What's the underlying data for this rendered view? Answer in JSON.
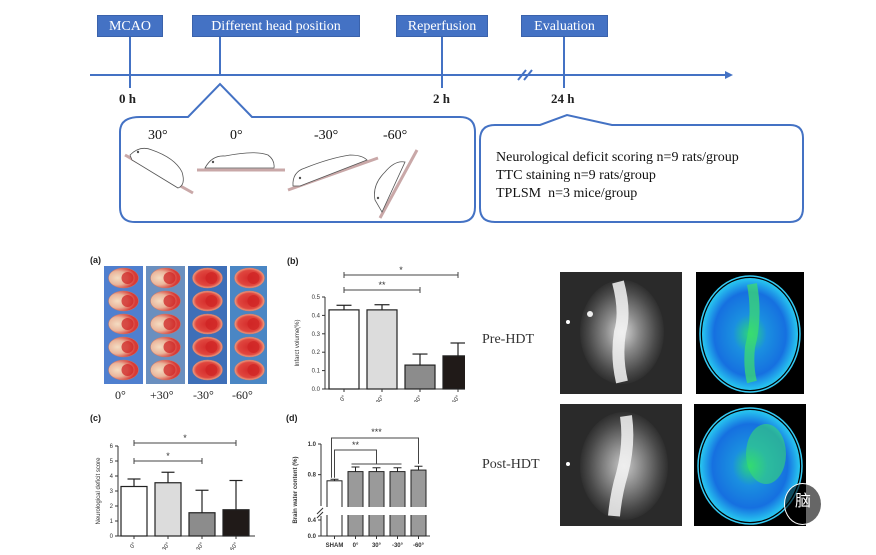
{
  "timeline": {
    "events": [
      {
        "label": "MCAO",
        "time": "0 h"
      },
      {
        "label": "Different head position",
        "time": ""
      },
      {
        "label": "Reperfusion",
        "time": "2 h"
      },
      {
        "label": "Evaluation",
        "time": "24 h"
      }
    ],
    "color": "#4472c4"
  },
  "head_positions": {
    "angles": [
      "30°",
      "0°",
      "-30°",
      "-60°"
    ]
  },
  "evaluation": {
    "lines": [
      "Neurological deficit scoring n=9 rats/group",
      "TTC staining n=9 rats/group",
      "TPLSM  n=3 mice/group"
    ]
  },
  "panel_a": {
    "letter": "(a)",
    "columns": [
      "0°",
      "+30°",
      "-30°",
      "-60°"
    ]
  },
  "chart_data": [
    {
      "panel": "(b)",
      "type": "bar",
      "title": "",
      "xlabel": "",
      "ylabel": "Infarct volume(%)",
      "categories": [
        "0°",
        "+30°",
        "-30°",
        "-60°"
      ],
      "values": [
        0.43,
        0.43,
        0.13,
        0.18
      ],
      "errors": [
        0.025,
        0.028,
        0.06,
        0.07
      ],
      "colors": [
        "#ffffff",
        "#dcdcdc",
        "#8c8c8c",
        "#201a18"
      ],
      "ylim": [
        0,
        0.5
      ],
      "yticks": [
        "0.0",
        "0.1",
        "0.2",
        "0.3",
        "0.4",
        "0.5"
      ],
      "significance": [
        {
          "from": 0,
          "to": 2,
          "label": "**"
        },
        {
          "from": 0,
          "to": 3,
          "label": "*"
        }
      ]
    },
    {
      "panel": "(c)",
      "type": "bar",
      "title": "",
      "xlabel": "",
      "ylabel": "Neurological deficit score",
      "categories": [
        "0°",
        "+30°",
        "-30°",
        "-60°"
      ],
      "values": [
        3.3,
        3.55,
        1.55,
        1.75
      ],
      "errors": [
        0.5,
        0.7,
        1.5,
        1.95
      ],
      "colors": [
        "#ffffff",
        "#dcdcdc",
        "#8c8c8c",
        "#201a18"
      ],
      "ylim": [
        0,
        6
      ],
      "yticks": [
        "0",
        "1",
        "2",
        "3",
        "4",
        "5",
        "6"
      ],
      "significance": [
        {
          "from": 0,
          "to": 2,
          "label": "*"
        },
        {
          "from": 0,
          "to": 3,
          "label": "*"
        }
      ]
    },
    {
      "panel": "(d)",
      "type": "bar",
      "title": "",
      "xlabel": "",
      "ylabel": "Brain water content (%)",
      "categories": [
        "SHAM",
        "0°",
        "30°",
        "-30°",
        "-60°"
      ],
      "values": [
        0.76,
        0.82,
        0.82,
        0.82,
        0.83
      ],
      "errors": [
        0.01,
        0.03,
        0.025,
        0.025,
        0.025
      ],
      "colors": [
        "#ffffff",
        "#9a9a9a",
        "#9a9a9a",
        "#9a9a9a",
        "#9a9a9a"
      ],
      "ylim": [
        0,
        1.0
      ],
      "axis_break": true,
      "yticks": [
        "0.0",
        "0.4",
        "0.8",
        "1.0"
      ],
      "significance": [
        {
          "from": 0,
          "to": "1-3",
          "label": "**"
        },
        {
          "from": 0,
          "to": 4,
          "label": "***"
        }
      ]
    }
  ],
  "tplsm": {
    "rows": [
      "Pre-HDT",
      "Post-HDT"
    ]
  },
  "watermark": {
    "glyph": "脑"
  }
}
